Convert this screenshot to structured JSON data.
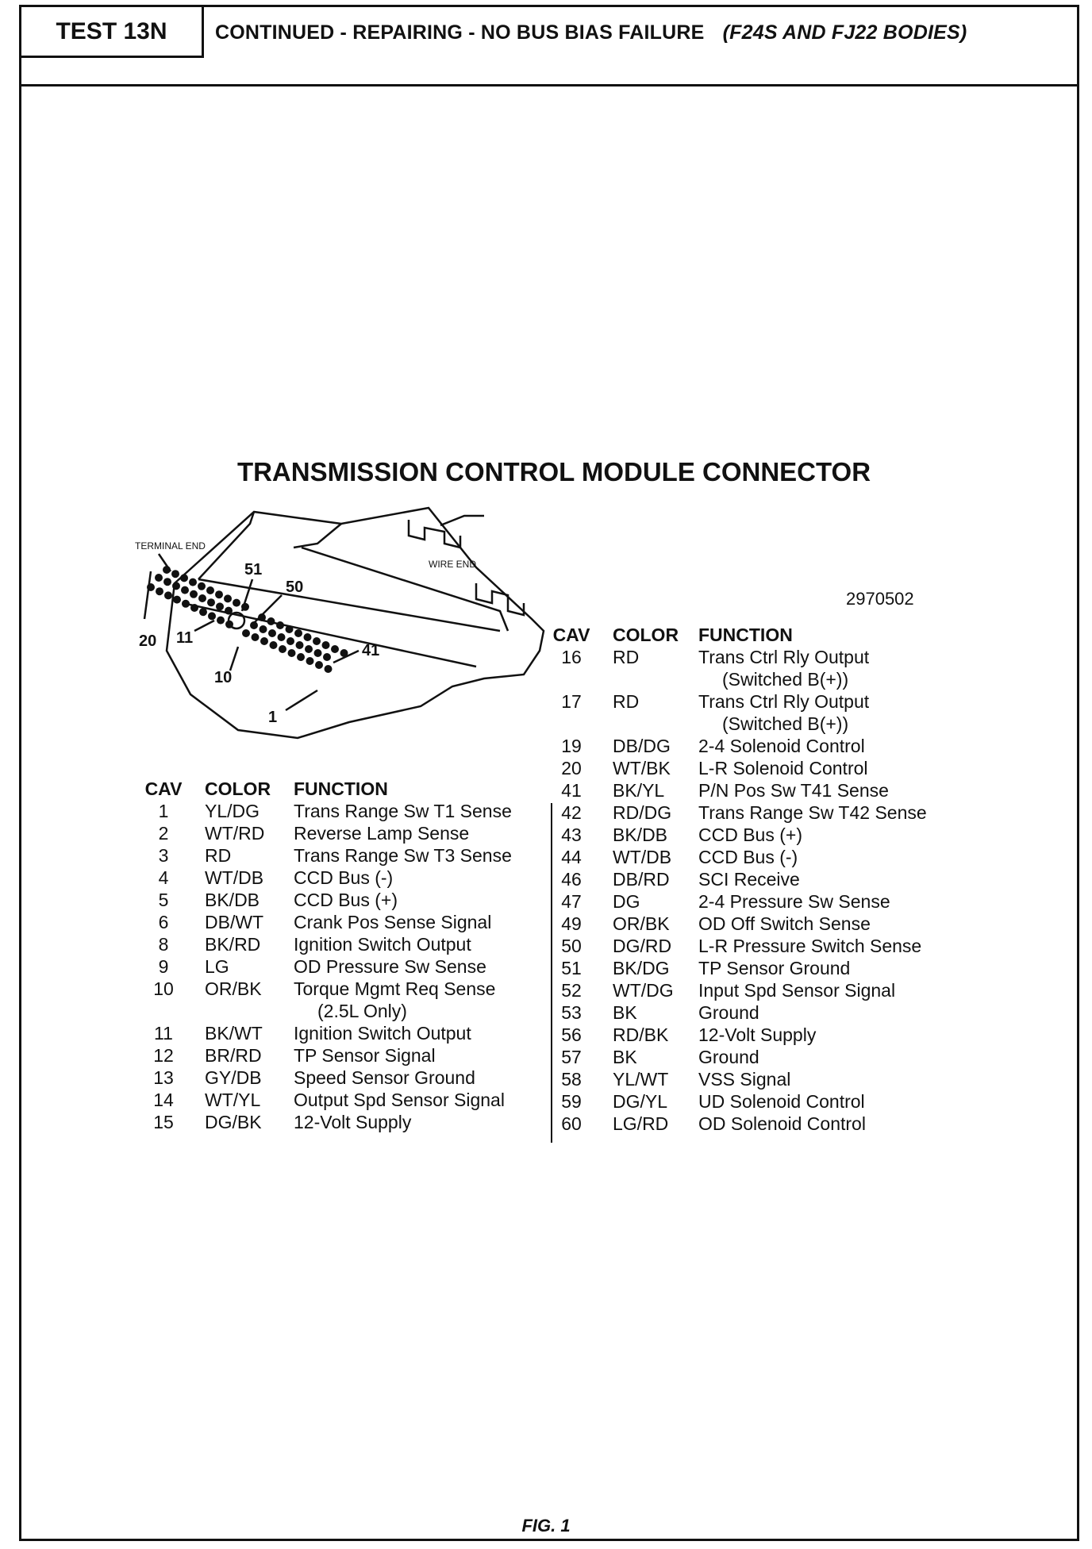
{
  "header": {
    "test_id": "TEST 13N",
    "title": "CONTINUED - REPAIRING - NO BUS BIAS FAILURE",
    "bodies": "(F24S AND FJ22 BODIES)"
  },
  "figure": {
    "title": "TRANSMISSION CONTROL MODULE CONNECTOR",
    "part_number": "2970502",
    "caption": "FIG. 1",
    "diagram_labels": {
      "terminal_end": "TERMINAL END",
      "wire_end": "WIRE END",
      "pin_51": "51",
      "pin_50": "50",
      "pin_41": "41",
      "pin_20": "20",
      "pin_11": "11",
      "pin_10": "10",
      "pin_1": "1"
    }
  },
  "table_headers": {
    "cav": "CAV",
    "color": "COLOR",
    "function": "FUNCTION"
  },
  "left_table": [
    {
      "cav": "1",
      "color": "YL/DG",
      "function": "Trans Range Sw T1 Sense"
    },
    {
      "cav": "2",
      "color": "WT/RD",
      "function": "Reverse Lamp Sense"
    },
    {
      "cav": "3",
      "color": "RD",
      "function": "Trans Range Sw T3 Sense"
    },
    {
      "cav": "4",
      "color": "WT/DB",
      "function": "CCD Bus (-)"
    },
    {
      "cav": "5",
      "color": "BK/DB",
      "function": "CCD Bus (+)"
    },
    {
      "cav": "6",
      "color": "DB/WT",
      "function": "Crank Pos Sense Signal"
    },
    {
      "cav": "8",
      "color": "BK/RD",
      "function": "Ignition Switch Output"
    },
    {
      "cav": "9",
      "color": "LG",
      "function": "OD Pressure Sw Sense"
    },
    {
      "cav": "10",
      "color": "OR/BK",
      "function": "Torque Mgmt Req Sense",
      "function_2": "(2.5L Only)"
    },
    {
      "cav": "11",
      "color": "BK/WT",
      "function": "Ignition Switch Output"
    },
    {
      "cav": "12",
      "color": "BR/RD",
      "function": "TP Sensor Signal"
    },
    {
      "cav": "13",
      "color": "GY/DB",
      "function": "Speed Sensor Ground"
    },
    {
      "cav": "14",
      "color": "WT/YL",
      "function": "Output Spd Sensor Signal"
    },
    {
      "cav": "15",
      "color": "DG/BK",
      "function": "12-Volt Supply"
    }
  ],
  "right_table": [
    {
      "cav": "16",
      "color": "RD",
      "function": "Trans Ctrl Rly Output",
      "function_2": "(Switched B(+))"
    },
    {
      "cav": "17",
      "color": "RD",
      "function": "Trans Ctrl Rly Output",
      "function_2": "(Switched B(+))"
    },
    {
      "cav": "19",
      "color": "DB/DG",
      "function": "2-4 Solenoid Control"
    },
    {
      "cav": "20",
      "color": "WT/BK",
      "function": "L-R Solenoid Control"
    },
    {
      "cav": "41",
      "color": "BK/YL",
      "function": "P/N Pos Sw T41 Sense"
    },
    {
      "cav": "42",
      "color": "RD/DG",
      "function": "Trans Range Sw T42 Sense"
    },
    {
      "cav": "43",
      "color": "BK/DB",
      "function": "CCD Bus (+)"
    },
    {
      "cav": "44",
      "color": "WT/DB",
      "function": "CCD Bus (-)"
    },
    {
      "cav": "46",
      "color": "DB/RD",
      "function": "SCI Receive"
    },
    {
      "cav": "47",
      "color": "DG",
      "function": "2-4 Pressure Sw Sense"
    },
    {
      "cav": "49",
      "color": "OR/BK",
      "function": "OD Off Switch Sense"
    },
    {
      "cav": "50",
      "color": "DG/RD",
      "function": "L-R Pressure Switch Sense"
    },
    {
      "cav": "51",
      "color": "BK/DG",
      "function": "TP Sensor Ground"
    },
    {
      "cav": "52",
      "color": "WT/DG",
      "function": "Input Spd Sensor Signal"
    },
    {
      "cav": "53",
      "color": "BK",
      "function": "Ground"
    },
    {
      "cav": "56",
      "color": "RD/BK",
      "function": "12-Volt Supply"
    },
    {
      "cav": "57",
      "color": "BK",
      "function": "Ground"
    },
    {
      "cav": "58",
      "color": "YL/WT",
      "function": "VSS Signal"
    },
    {
      "cav": "59",
      "color": "DG/YL",
      "function": "UD Solenoid Control"
    },
    {
      "cav": "60",
      "color": "LG/RD",
      "function": "OD Solenoid Control"
    }
  ]
}
